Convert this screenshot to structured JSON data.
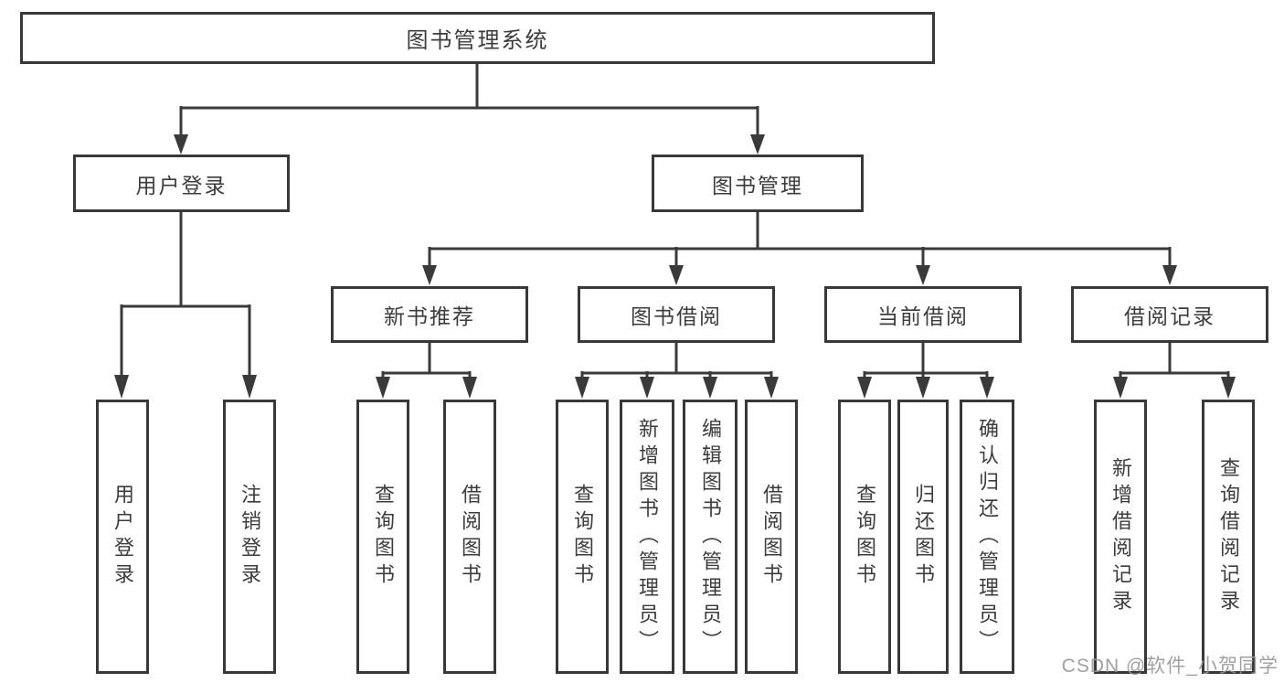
{
  "tree": {
    "label": "图书管理系统",
    "children": [
      {
        "label": "用户登录",
        "children": [
          {
            "label": "用户登录"
          },
          {
            "label": "注销登录"
          }
        ]
      },
      {
        "label": "图书管理",
        "children": [
          {
            "label": "新书推荐",
            "children": [
              {
                "label": "查询图书"
              },
              {
                "label": "借阅图书"
              }
            ]
          },
          {
            "label": "图书借阅",
            "children": [
              {
                "label": "查询图书"
              },
              {
                "label": "新增图书（管理员）"
              },
              {
                "label": "编辑图书（管理员）"
              },
              {
                "label": "借阅图书"
              }
            ]
          },
          {
            "label": "当前借阅",
            "children": [
              {
                "label": "查询图书"
              },
              {
                "label": "归还图书"
              },
              {
                "label": "确认归还（管理员）"
              }
            ]
          },
          {
            "label": "借阅记录",
            "children": [
              {
                "label": "新增借阅记录"
              },
              {
                "label": "查询借阅记录"
              }
            ]
          }
        ]
      }
    ]
  },
  "watermark": {
    "text": "CSDN @软件_小贺同学"
  },
  "colors": {
    "line": "#3a3a3a",
    "box_border": "#383838",
    "text": "#3c3c3c",
    "watermark": "#969696",
    "background": "#ffffff"
  }
}
